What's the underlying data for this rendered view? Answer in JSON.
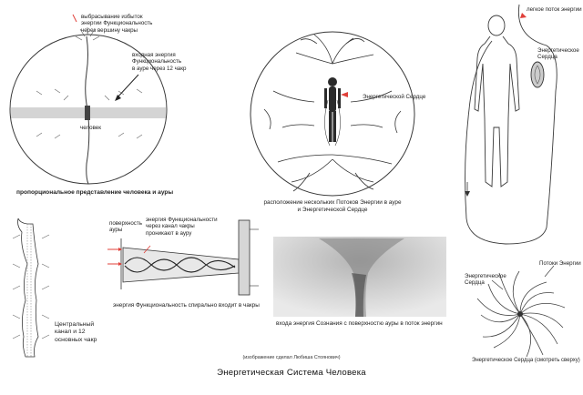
{
  "panel_proportional": {
    "label_excess_release": [
      "выбрасывание избыток",
      "энергии Функциональность",
      "через вершину чакры"
    ],
    "label_incoming_energy": [
      "входная энергия",
      "Функциональность",
      "в ауре через 12 чакр"
    ],
    "label_person": "человек",
    "caption": "пропорциональное представление человека и ауры"
  },
  "panel_streams": {
    "label_energetic_heart": "Энергетической Сердце",
    "caption": [
      "расположение нескольких Потоков Энергии в ауре",
      "и Энергетической Сердце"
    ]
  },
  "panel_figure": {
    "label_light_stream": "легкое поток энергии",
    "label_energetic_heart": [
      "Энергетическое",
      "Сердца"
    ]
  },
  "panel_channel": {
    "caption": [
      "Центральный",
      "канал и 12",
      "основных чакр"
    ]
  },
  "panel_spiral": {
    "label_aura_surface": [
      "поверхность",
      "ауры"
    ],
    "label_energy_through_chakras": [
      "энергия Функциональности",
      "через канал чакры",
      "проникают в ауру"
    ],
    "caption": "энергия Функциональность спирально входит в чакры"
  },
  "panel_photo": {
    "caption": "входа энергия Сознания с поверхностю ауры в поток энергин"
  },
  "panel_vortex": {
    "label_streams": "Потоки Энергии",
    "label_heart": [
      "Энергетическое",
      "Сердца"
    ],
    "caption": "Энергетическое Сердца (смотреть сверху)"
  },
  "credit": "(изображение сделал Любиша Стоянович)",
  "title": "Энергетическая Система Человека",
  "colors": {
    "arrow": "#e0403a",
    "ink": "#3a3a3a",
    "photo_bg": "#d9d9d9"
  }
}
